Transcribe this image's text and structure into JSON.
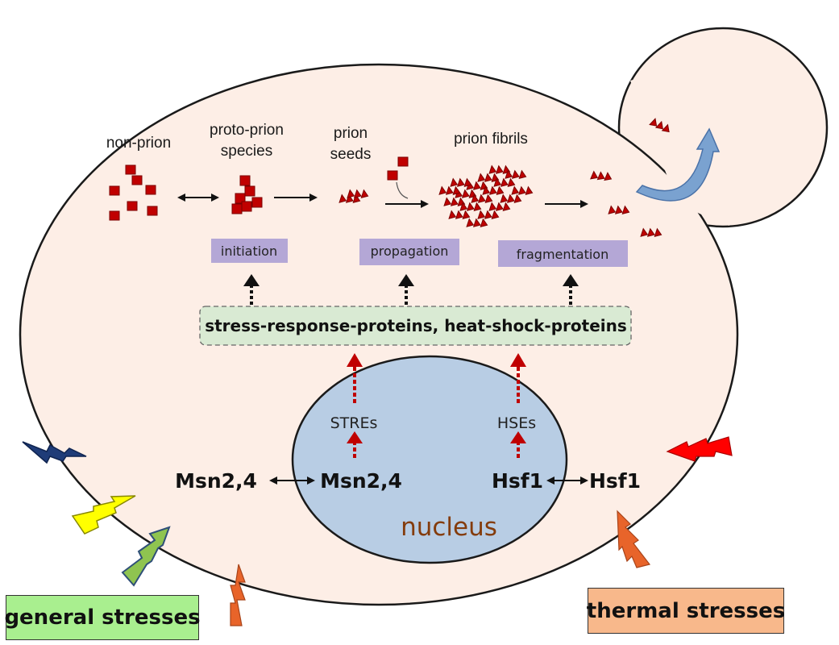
{
  "stages": {
    "non_prion": "non-prion",
    "proto_prion_line1": "proto-prion",
    "proto_prion_line2": "species",
    "prion_seeds_line1": "prion",
    "prion_seeds_line2": "seeds",
    "prion_fibrils": "prion fibrils"
  },
  "processes": {
    "initiation": "initiation",
    "propagation": "propagation",
    "fragmentation": "fragmentation"
  },
  "proteins_box": "stress-response-proteins, heat-shock-proteins",
  "elements": {
    "stres": "STREs",
    "hses": "HSEs"
  },
  "factors": {
    "msn_cytoplasm": "Msn2,4",
    "msn_nucleus": "Msn2,4",
    "hsf_nucleus": "Hsf1",
    "hsf_cytoplasm": "Hsf1"
  },
  "nucleus_label": "nucleus",
  "stress_labels": {
    "general": "general stresses",
    "thermal": "thermal stresses"
  },
  "colors": {
    "cell_fill": "#fdeee6",
    "nucleus_fill": "#b8cde4",
    "protein_red": "#c00000",
    "process_box": "#b4a7d6",
    "proteins_box_fill": "#d9ead3",
    "general_box": "#a9ef8f",
    "thermal_box": "#f8b88b",
    "nucleus_text": "#843c0c",
    "regulation_arrow": "#c00000",
    "daughter_arrow": "#7aa2d0"
  }
}
